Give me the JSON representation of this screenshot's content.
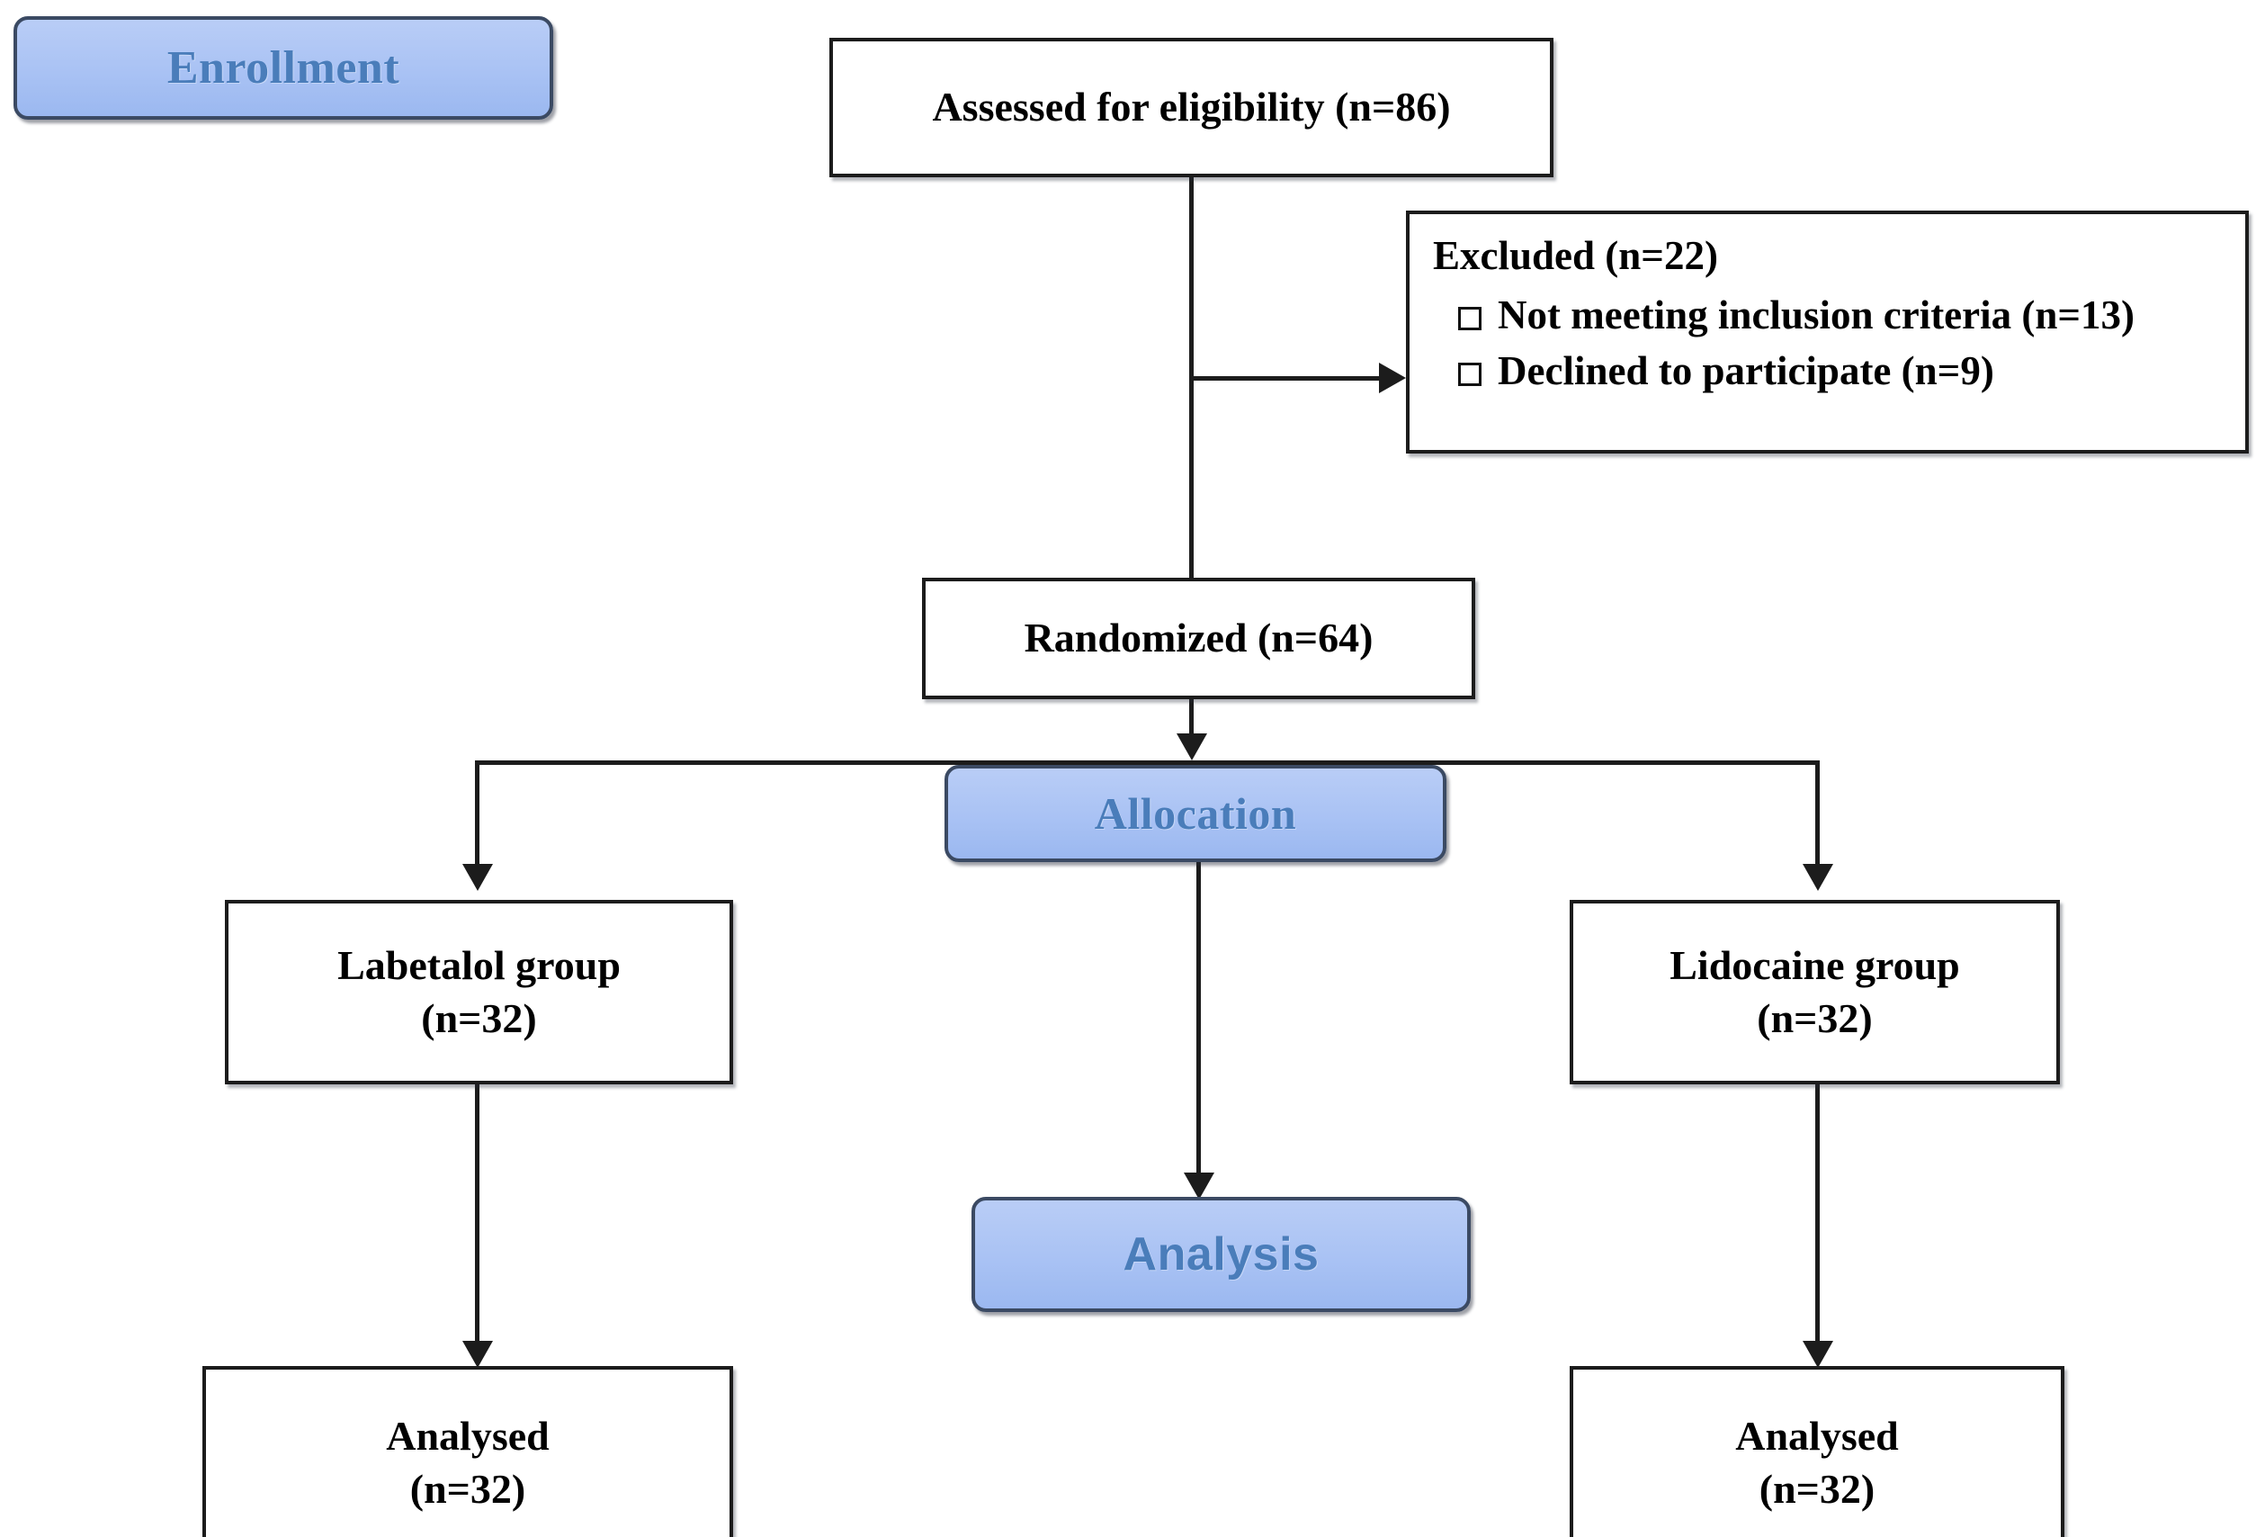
{
  "diagram": {
    "type": "CONSORT participant flow diagram",
    "stages": [
      {
        "id": "enrollment",
        "label": "Enrollment"
      },
      {
        "id": "allocation",
        "label": "Allocation"
      },
      {
        "id": "analysis",
        "label": "Analysis"
      }
    ],
    "nodes": {
      "assessed": {
        "label": "Assessed for eligibility (n=86)",
        "n": 86
      },
      "randomized": {
        "label": "Randomized (n=64)",
        "n": 64
      },
      "excluded": {
        "title": "Excluded (n=22)",
        "n": 22,
        "bullet_glyph": "square-outline",
        "reasons": [
          {
            "label": "Not meeting inclusion criteria (n=13)",
            "n": 13
          },
          {
            "label": "Declined to participate (n=9)",
            "n": 9
          }
        ]
      },
      "left_group": {
        "line1": "Labetalol group",
        "line2": "(n=32)",
        "n": 32
      },
      "right_group": {
        "line1": "Lidocaine group",
        "line2": "(n=32)",
        "n": 32
      },
      "left_analysed": {
        "line1": "Analysed",
        "line2": "(n=32)",
        "n": 32
      },
      "right_analysed": {
        "line1": "Analysed",
        "line2": "(n=32)",
        "n": 32
      }
    },
    "colors": {
      "banner_fill": "#a9c2f4",
      "banner_border": "#3b4a63",
      "banner_text": "#4a7dba",
      "box_border": "#1c1c1c",
      "box_fill": "#ffffff",
      "line": "#1c1c1c",
      "page_background": "#ffffff"
    }
  }
}
